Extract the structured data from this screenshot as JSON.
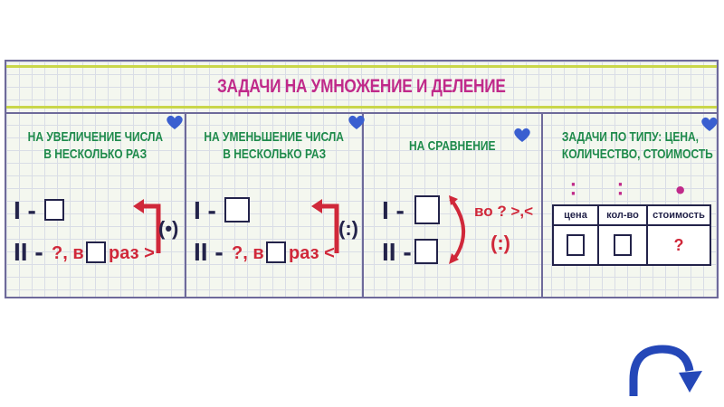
{
  "title": "ЗАДАЧИ НА УМНОЖЕНИЕ И ДЕЛЕНИЕ",
  "sections": [
    {
      "label_line1": "НА УВЕЛИЧЕНИЕ ЧИСЛА",
      "label_line2": "В НЕСКОЛЬКО РАЗ",
      "row1": "I -",
      "row2": "II -",
      "question_prefix": "?, в",
      "question_suffix": "раз >",
      "operation": "(•)"
    },
    {
      "label_line1": "НА УМЕНЬШЕНИЕ ЧИСЛА",
      "label_line2": "В НЕСКОЛЬКО РАЗ",
      "row1": "I -",
      "row2": "II -",
      "question_prefix": "?, в",
      "question_suffix": "раз <",
      "operation": "(:)"
    },
    {
      "label_line1": "НА СРАВНЕНИЕ",
      "row1": "I -",
      "row2": "II -",
      "question": "во ? >,<",
      "operation": "(:)"
    },
    {
      "label_line1": "ЗАДАЧИ ПО ТИПУ: ЦЕНА,",
      "label_line2": "КОЛИЧЕСТВО, СТОИМОСТЬ",
      "table_headers": [
        "цена",
        "кол-во",
        "стоимость"
      ],
      "unknown": "?"
    }
  ],
  "colors": {
    "title": "#c02a8a",
    "label": "#1e8a4b",
    "accent_red": "#d0283a",
    "heart": "#3a5fd0",
    "nav_arrow": "#2447b8"
  },
  "icons": [
    "heart-icon",
    "bracket-arrow-icon",
    "curved-arrow-icon",
    "next-arrow-icon"
  ]
}
